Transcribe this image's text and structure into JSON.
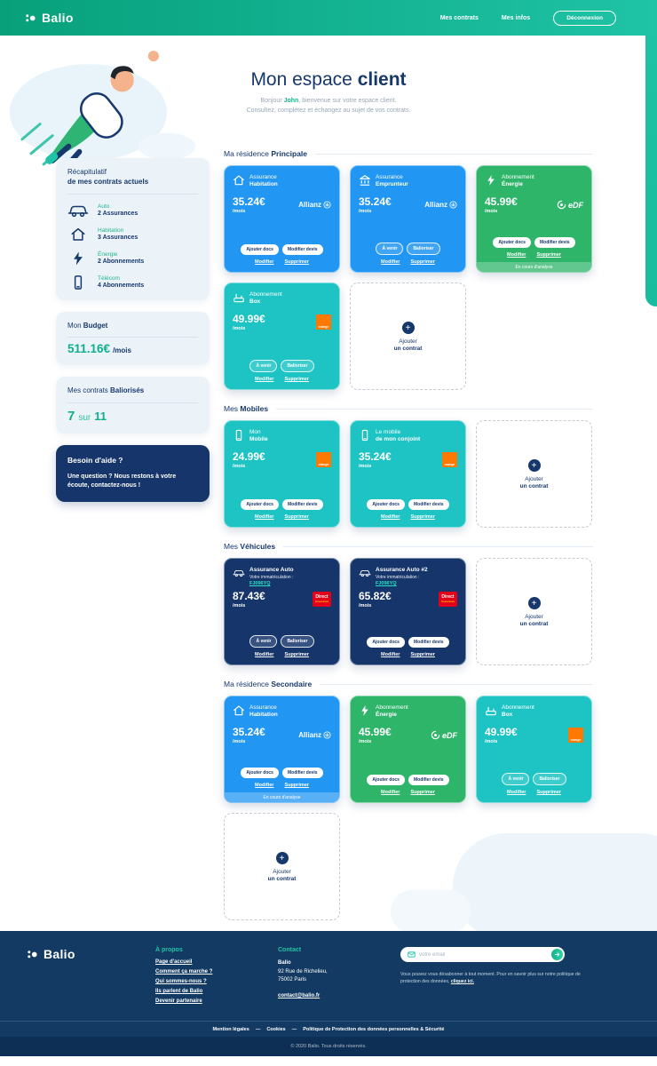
{
  "header": {
    "brand": "Balio",
    "nav": [
      {
        "label": "Mes contrats"
      },
      {
        "label": "Mes infos"
      }
    ],
    "logout": "Déconnexion"
  },
  "hero": {
    "title_regular": "Mon espace ",
    "title_bold": "client",
    "greet_prefix": "Bonjour ",
    "greet_name": "John",
    "greet_suffix": ", bienvenue sur votre espace client.",
    "line2": "Consultez, complétez et échangez au sujet de vos contrats."
  },
  "sidebar": {
    "recap": {
      "title1": "Récapitulatif",
      "title2": "de mes contrats actuels",
      "items": [
        {
          "icon": "car-icon",
          "category": "Auto",
          "count": "2 Assurances"
        },
        {
          "icon": "house-icon",
          "category": "Habitation",
          "count": "3 Assurances"
        },
        {
          "icon": "energy-icon",
          "category": "Énergie",
          "count": "2 Abonnements"
        },
        {
          "icon": "phone-icon",
          "category": "Télécom",
          "count": "4 Abonnements"
        }
      ]
    },
    "budget": {
      "t1": "Mon ",
      "t2": "Budget",
      "amount": "511.16€"
    },
    "balio": {
      "t1": "Mes contrats ",
      "t2": "Baliorisés",
      "num": "7",
      "sep": "sur",
      "total": "11"
    },
    "help": {
      "title": "Besoin d'aide ?",
      "text": "Une question ? Nous restons à votre écoute, contactez-nous !"
    }
  },
  "labels": {
    "per": "/mois",
    "btn_docs": "Ajouter docs",
    "btn_devis": "Modifier devis",
    "btn_avenir": "À venir",
    "btn_balio": "Balioriser",
    "modify": "Modifier",
    "delete": "Supprimer",
    "badge_analysis": "En cours d'analyse",
    "add1": "Ajouter",
    "add2": "un contrat",
    "immat": "Votre immatriculation :"
  },
  "brands": {
    "allianz": "Allianz",
    "edf": "eDF",
    "orange": "orange",
    "direct_l1": "Direct",
    "direct_l2": "Assurance"
  },
  "sections": [
    {
      "hr": "Ma résidence ",
      "hb": "Principale",
      "cards": [
        {
          "t1": "Assurance",
          "t2": "Habitation",
          "price": "35.24€"
        },
        {
          "t1": "Assurance",
          "t2": "Emprunteur",
          "price": "35.24€"
        },
        {
          "t1": "Abonnement",
          "t2": "Énergie",
          "price": "45.99€"
        },
        {
          "t1": "Abonnement",
          "t2": "Box",
          "price": "49.99€"
        }
      ]
    },
    {
      "hr": "Mes ",
      "hb": "Mobiles",
      "cards": [
        {
          "t1": "Mon",
          "t2": "Mobile",
          "price": "24.99€"
        },
        {
          "t1": "Le mobile",
          "t2": "de mon conjoint",
          "price": "35.24€"
        }
      ]
    },
    {
      "hr": "Mes ",
      "hb": "Véhicules",
      "cards": [
        {
          "t1": "Assurance Auto",
          "plate": "FJ096YQ",
          "price": "87.43€"
        },
        {
          "t1": "Assurance Auto #2",
          "plate": "FJ096YQ",
          "price": "65.82€"
        }
      ]
    },
    {
      "hr": "Ma résidence ",
      "hb": "Secondaire",
      "cards": [
        {
          "t1": "Assurance",
          "t2": "Habitation",
          "price": "35.24€"
        },
        {
          "t1": "Abonnement",
          "t2": "Énergie",
          "price": "45.99€"
        },
        {
          "t1": "Abonnement",
          "t2": "Box",
          "price": "49.99€"
        }
      ]
    }
  ],
  "footer": {
    "brand": "Balio",
    "about": {
      "title": "À propos",
      "links": [
        "Page d'accueil",
        "Comment ça marche ?",
        "Qui sommes-nous ?",
        "Ils parlent de Balio",
        "Devenir partenaire"
      ]
    },
    "contact": {
      "title": "Contact",
      "name": "Balio",
      "addr1": "92 Rue de Richelieu,",
      "addr2": "75002 Paris",
      "email": "contact@balio.fr"
    },
    "newsletter": {
      "placeholder": "votre email",
      "disclaimer": "Vous pouvez vous désabonner à tout moment. Pour en savoir plus sur notre politique de protection des données, ",
      "disclaimer_link": "cliquez ici."
    },
    "legal_links": [
      "Mention légales",
      "Cookies",
      "Politique de Protection des données personnelles & Sécurité"
    ],
    "legal_sep": "—",
    "copyright": "© 2020 Balio. Tous droits réservés."
  }
}
